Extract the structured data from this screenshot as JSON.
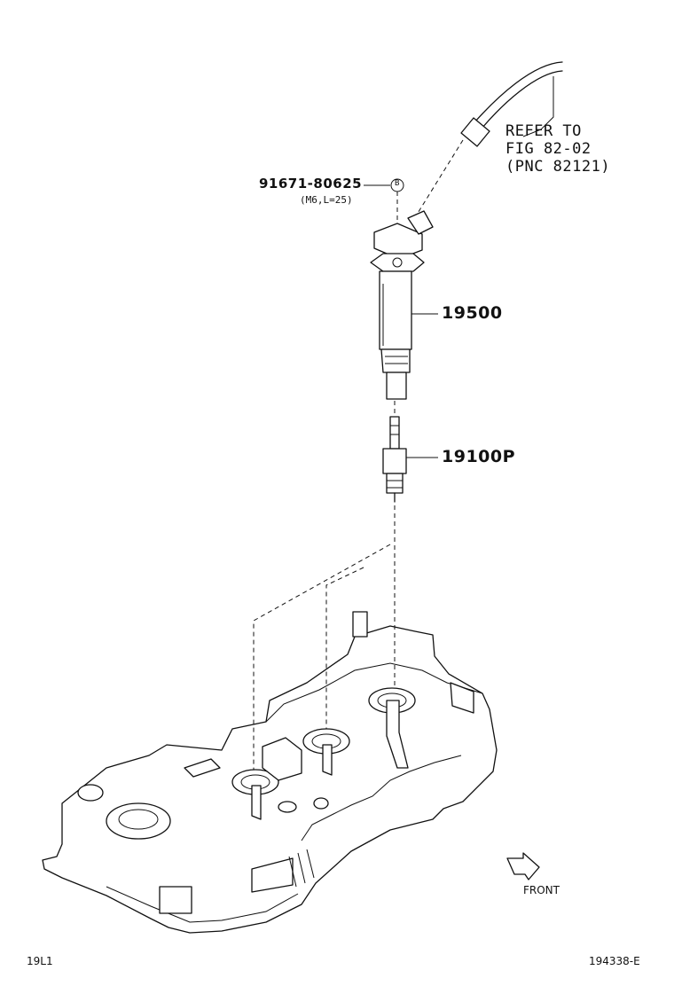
{
  "callouts": {
    "refer_line1": "REFER TO",
    "refer_line2": "FIG 82-02",
    "refer_line3": "(PNC 82121)",
    "bolt_part_number": "91671-80625",
    "bolt_spec": "(M6,L=25)",
    "bolt_marker": "B",
    "coil_part_number": "19500",
    "plug_part_number": "19100P",
    "front_label": "FRONT"
  },
  "footer": {
    "left_code": "19L1",
    "right_code": "194338-E"
  }
}
